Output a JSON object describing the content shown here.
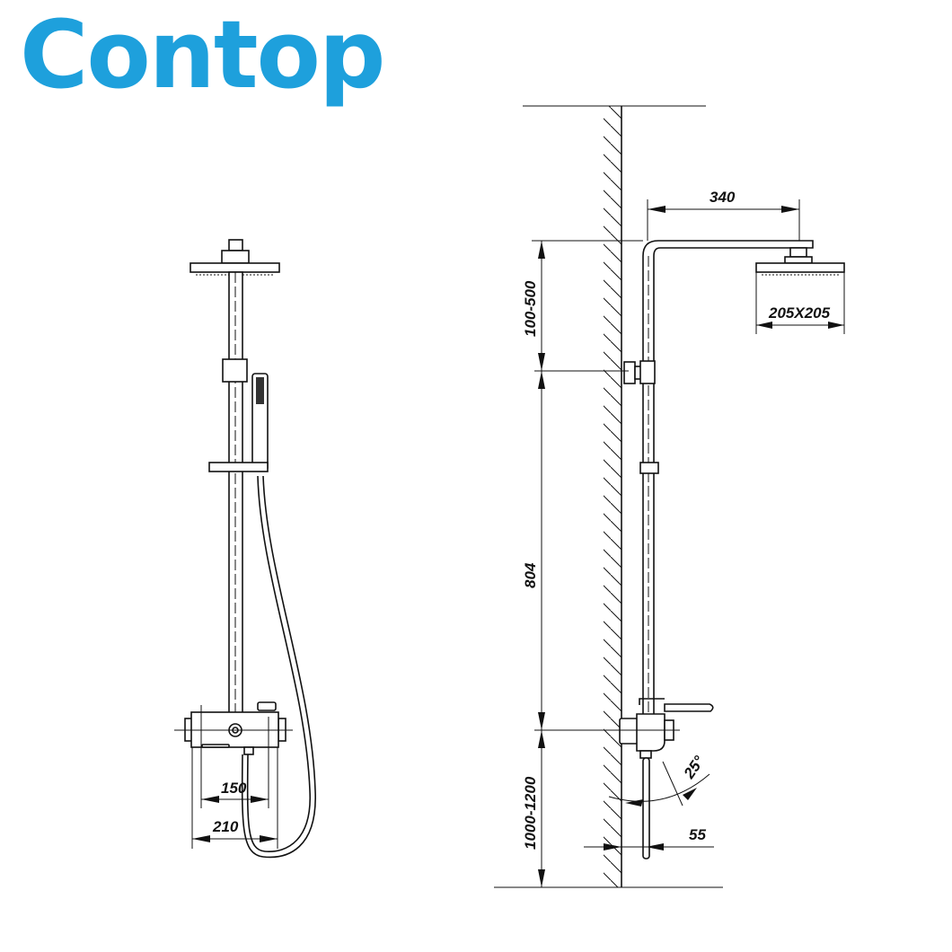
{
  "brand": {
    "logo_text": "Contop",
    "color": "#1ea0dc",
    "accent": "#1a4fa0"
  },
  "front_view": {
    "dimensions": {
      "inner_width": "150",
      "outer_width": "210"
    }
  },
  "side_view": {
    "dimensions": {
      "arm_length": "340",
      "head_size": "205X205",
      "top_height": "100-500",
      "rail_height": "804",
      "valve_height": "1000-1200",
      "angle": "25°",
      "wall_offset": "55"
    }
  }
}
